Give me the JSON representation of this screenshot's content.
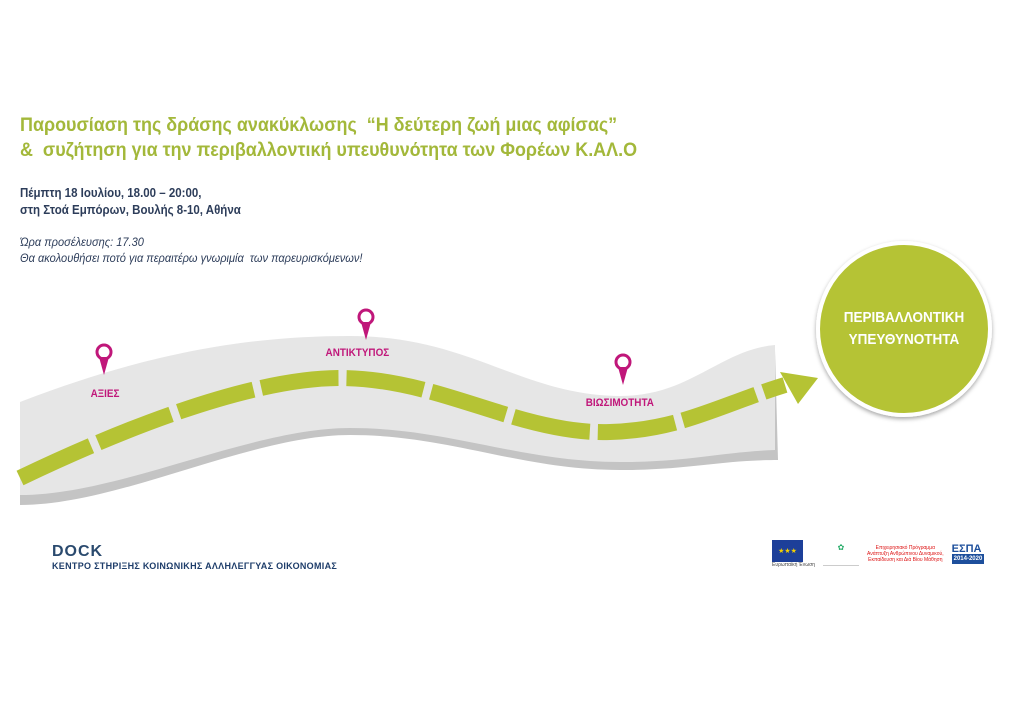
{
  "title_lines": [
    "Παρουσίαση της δράσης ανακύκλωσης  “Η δεύτερη ζωή μιας αφίσας”",
    "&  συζήτηση για την περιβαλλοντική υπευθυνότητα των Φορέων Κ.ΑΛ.Ο"
  ],
  "details": [
    "Πέμπτη 18 Ιουλίου, 18.00 – 20:00,",
    "στη Στοά Εμπόρων, Βουλής 8-10, Αθήνα"
  ],
  "notes": [
    "Ώρα προσέλευσης: 17.30",
    "Θα ακολουθήσει ποτό για περαιτέρω γνωριμία  των παρευρισκόμενων!"
  ],
  "road": {
    "milestones": [
      "ΑΞΙΕΣ",
      "ΑΝΤΙΚΤΥΠΟΣ",
      "ΒΙΩΣΙΜΟΤΗΤΑ"
    ],
    "goal_lines": [
      "ΠΕΡΙΒΑΛΛΟΝΤΙΚΗ",
      "ΥΠΕΥΘΥΝΟΤΗΤΑ"
    ]
  },
  "footer": {
    "logo_text": "DOCK",
    "org_name": "ΚΕΝΤΡΟ ΣΤΗΡΙΞΗΣ ΚΟΙΝΩΝΙΚΗΣ ΑΛΛΗΛΕΓΓΥΑΣ ΟΙΚΟΝΟΜΙΑΣ",
    "eu_label": "Ευρωπαϊκή Ένωση",
    "program_lines": [
      "Επιχειρησιακό Πρόγραμμα",
      "Ανάπτυξη Ανθρώπινου Δυναμικού,",
      "Εκπαίδευση και Διά Βίου Μάθηση"
    ],
    "espa": "ΕΣΠΑ",
    "espa_years": "2014-2020"
  },
  "colors": {
    "green": "#b5c334",
    "pink": "#c0177a",
    "road": "#e6e6e6",
    "navy": "#2d3d5a"
  }
}
